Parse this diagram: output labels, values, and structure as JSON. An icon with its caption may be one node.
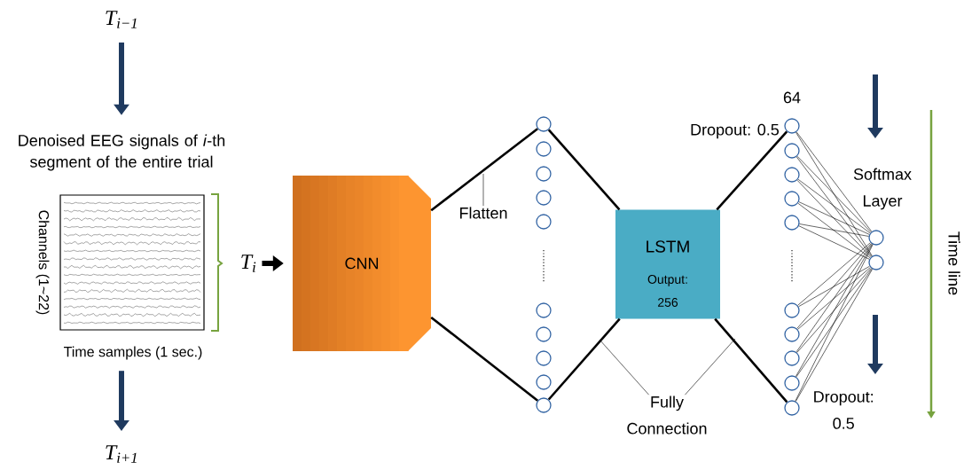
{
  "diagram": {
    "nodes": [
      {
        "text": [
          "T$_{i−1}$"
        ]
      },
      {
        "text": [
          "Denoised EEG signals of *i*-th segment of the entire trial"
        ],
        "beside": [
          "Channels (1~22)",
          "Time samples (1 sec.)"
        ]
      },
      {
        "text": [
          "T$_{i+1}$"
        ]
      },
      {
        "text": [
          "T$_{i}$"
        ]
      },
      {
        "text": [
          "CNN"
        ]
      },
      {
        "text": [
          "Flatten"
        ]
      },
      {
        "text": [],
        "shape": "circle"
      },
      {
        "text": [],
        "shape": "circle"
      },
      {
        "text": [],
        "shape": "circle"
      },
      {
        "text": [],
        "shape": "circle"
      },
      {
        "text": [],
        "shape": "circle"
      },
      {
        "text": [],
        "shape": "circle"
      },
      {
        "text": [],
        "shape": "circle"
      },
      {
        "text": [],
        "shape": "circle"
      },
      {
        "text": [],
        "shape": "circle"
      },
      {
        "text": [],
        "shape": "circle"
      },
      {
        "text": [
          "LSTM",
          "Output: 256"
        ]
      },
      {
        "text": [],
        "shape": "circle"
      },
      {
        "text": [],
        "shape": "circle"
      },
      {
        "text": [],
        "shape": "circle"
      },
      {
        "text": [],
        "shape": "circle"
      },
      {
        "text": [],
        "shape": "circle"
      },
      {
        "text": [],
        "shape": "circle"
      },
      {
        "text": [],
        "shape": "circle"
      },
      {
        "text": [],
        "shape": "circle"
      },
      {
        "text": [],
        "shape": "circle"
      },
      {
        "text": [],
        "shape": "circle"
      },
      {
        "text": [],
        "shape": "circle"
      },
      {
        "text": [],
        "shape": "circle"
      },
      {
        "text": [
          "Fully Connection"
        ]
      }
    ],
    "edges": [
      {
        "from": 0,
        "to": 1,
        "arrow": "to",
        "style": "thick",
        "color": "#1f3a5f"
      },
      {
        "from": 1,
        "to": 2,
        "arrow": "to",
        "style": "thick",
        "color": "#1f3a5f"
      },
      {
        "from": 3,
        "to": 4,
        "arrow": "to",
        "style": "thick"
      },
      {
        "from": 4,
        "to": 6,
        "arrow": "none",
        "style": "thick"
      },
      {
        "from": 4,
        "to": 15,
        "arrow": "none",
        "style": "thick"
      },
      {
        "from": 6,
        "to": 16,
        "arrow": "none",
        "style": "thick"
      },
      {
        "from": 15,
        "to": 16,
        "arrow": "none",
        "style": "thick"
      },
      {
        "from": 16,
        "to": 17,
        "arrow": "none",
        "style": "thick"
      },
      {
        "from": 16,
        "to": 26,
        "arrow": "none",
        "style": "thick"
      },
      {
        "from": 17,
        "to": 27,
        "arrow": "none"
      },
      {
        "from": 17,
        "to": 28,
        "arrow": "none"
      },
      {
        "from": 18,
        "to": 27,
        "arrow": "none"
      },
      {
        "from": 18,
        "to": 28,
        "arrow": "none"
      },
      {
        "from": 19,
        "to": 27,
        "arrow": "none"
      },
      {
        "from": 19,
        "to": 28,
        "arrow": "none"
      },
      {
        "from": 20,
        "to": 27,
        "arrow": "none"
      },
      {
        "from": 20,
        "to": 28,
        "arrow": "none"
      },
      {
        "from": 21,
        "to": 27,
        "arrow": "none"
      },
      {
        "from": 21,
        "to": 28,
        "arrow": "none"
      },
      {
        "from": 22,
        "to": 27,
        "arrow": "none"
      },
      {
        "from": 22,
        "to": 28,
        "arrow": "none"
      },
      {
        "from": 23,
        "to": 27,
        "arrow": "none"
      },
      {
        "from": 23,
        "to": 28,
        "arrow": "none"
      },
      {
        "from": 24,
        "to": 27,
        "arrow": "none"
      },
      {
        "from": 24,
        "to": 28,
        "arrow": "none"
      },
      {
        "from": 25,
        "to": 27,
        "arrow": "none"
      },
      {
        "from": 25,
        "to": 28,
        "arrow": "none"
      },
      {
        "from": 26,
        "to": 27,
        "arrow": "none"
      },
      {
        "from": 26,
        "to": 28,
        "arrow": "none"
      },
      {
        "from": 5,
        "to": null,
        "arrow": "none"
      },
      {
        "from": 29,
        "to": null,
        "arrow": "none"
      },
      {
        "from": 29,
        "to": null,
        "arrow": "none"
      }
    ],
    "labels": [
      "64",
      "Dropout: 0.5",
      "Softmax Layer",
      "Dropout: 0.5",
      "Time line"
    ]
  }
}
